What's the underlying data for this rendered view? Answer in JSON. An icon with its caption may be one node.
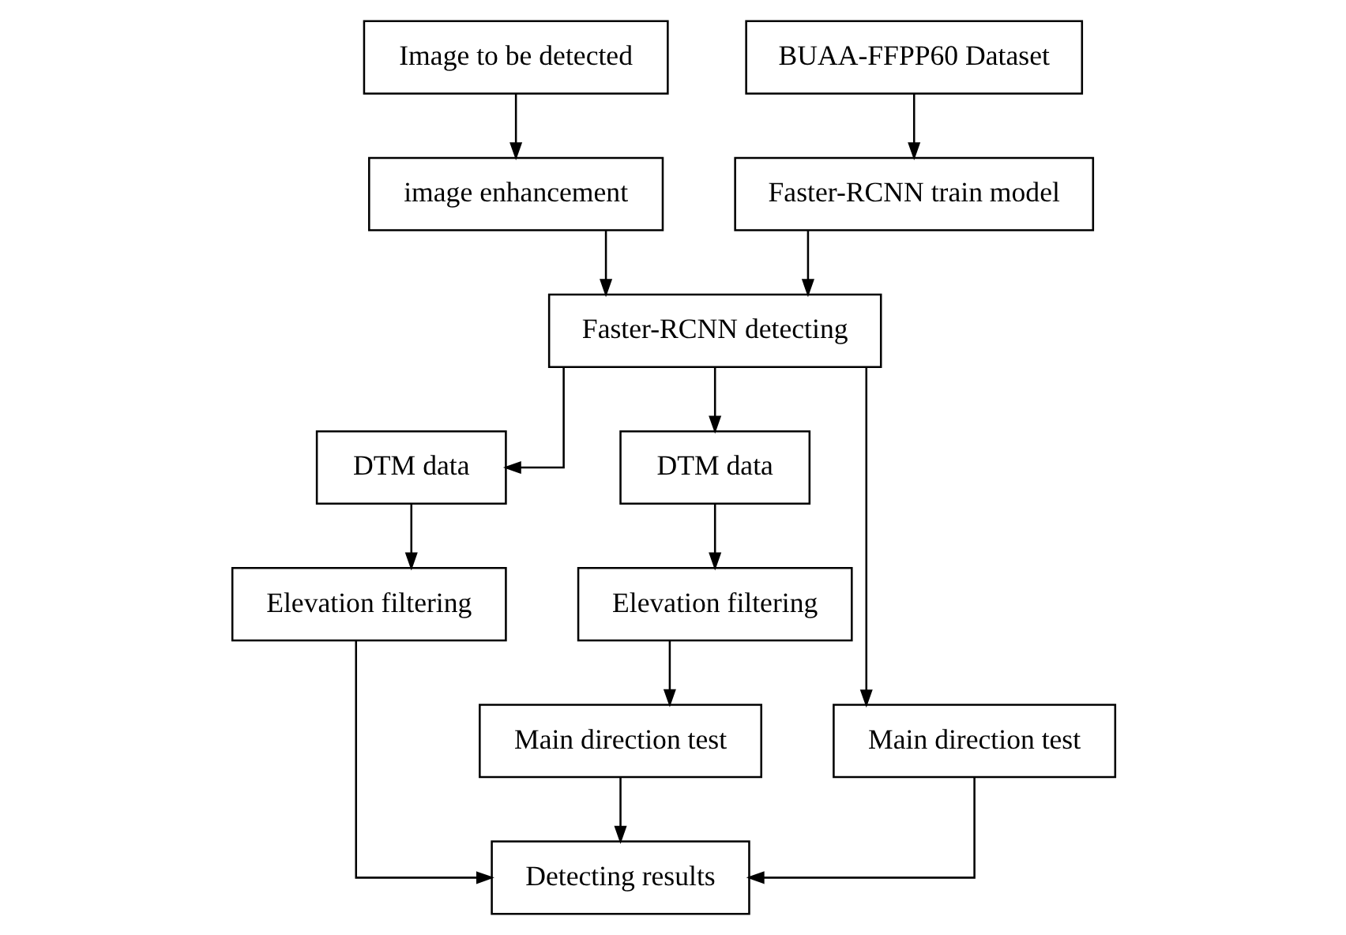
{
  "diagram": {
    "nodes": [
      {
        "text": [
          "Image to be detected"
        ]
      },
      {
        "text": [
          "BUAA-FFPP60 Dataset"
        ]
      },
      {
        "text": [
          "image enhancement"
        ]
      },
      {
        "text": [
          "Faster-RCNN train model"
        ]
      },
      {
        "text": [
          "Faster-RCNN detecting"
        ]
      },
      {
        "text": [
          "DTM data"
        ]
      },
      {
        "text": [
          "DTM data"
        ]
      },
      {
        "text": [
          "Main direction test"
        ]
      },
      {
        "text": [
          "Elevation filtering"
        ]
      },
      {
        "text": [
          "Elevation filtering"
        ]
      },
      {
        "text": [
          "Main direction test"
        ]
      },
      {
        "text": [
          "Detecting results"
        ]
      }
    ],
    "edges": [
      {
        "from": 0,
        "to": 2,
        "arrow": "to"
      },
      {
        "from": 1,
        "to": 3,
        "arrow": "to"
      },
      {
        "from": 2,
        "to": 4,
        "arrow": "to"
      },
      {
        "from": 3,
        "to": 4,
        "arrow": "to"
      },
      {
        "from": 4,
        "to": 5,
        "arrow": "to"
      },
      {
        "from": 4,
        "to": 7,
        "arrow": "to"
      },
      {
        "from": 4,
        "to": 6,
        "arrow": "to"
      },
      {
        "from": 5,
        "to": 8,
        "arrow": "to"
      },
      {
        "from": 6,
        "to": 9,
        "arrow": "to"
      },
      {
        "from": 9,
        "to": 10,
        "arrow": "to"
      },
      {
        "from": 8,
        "to": 11,
        "arrow": "to"
      },
      {
        "from": 7,
        "to": 11,
        "arrow": "to"
      },
      {
        "from": 10,
        "to": 11,
        "arrow": "to"
      }
    ]
  }
}
